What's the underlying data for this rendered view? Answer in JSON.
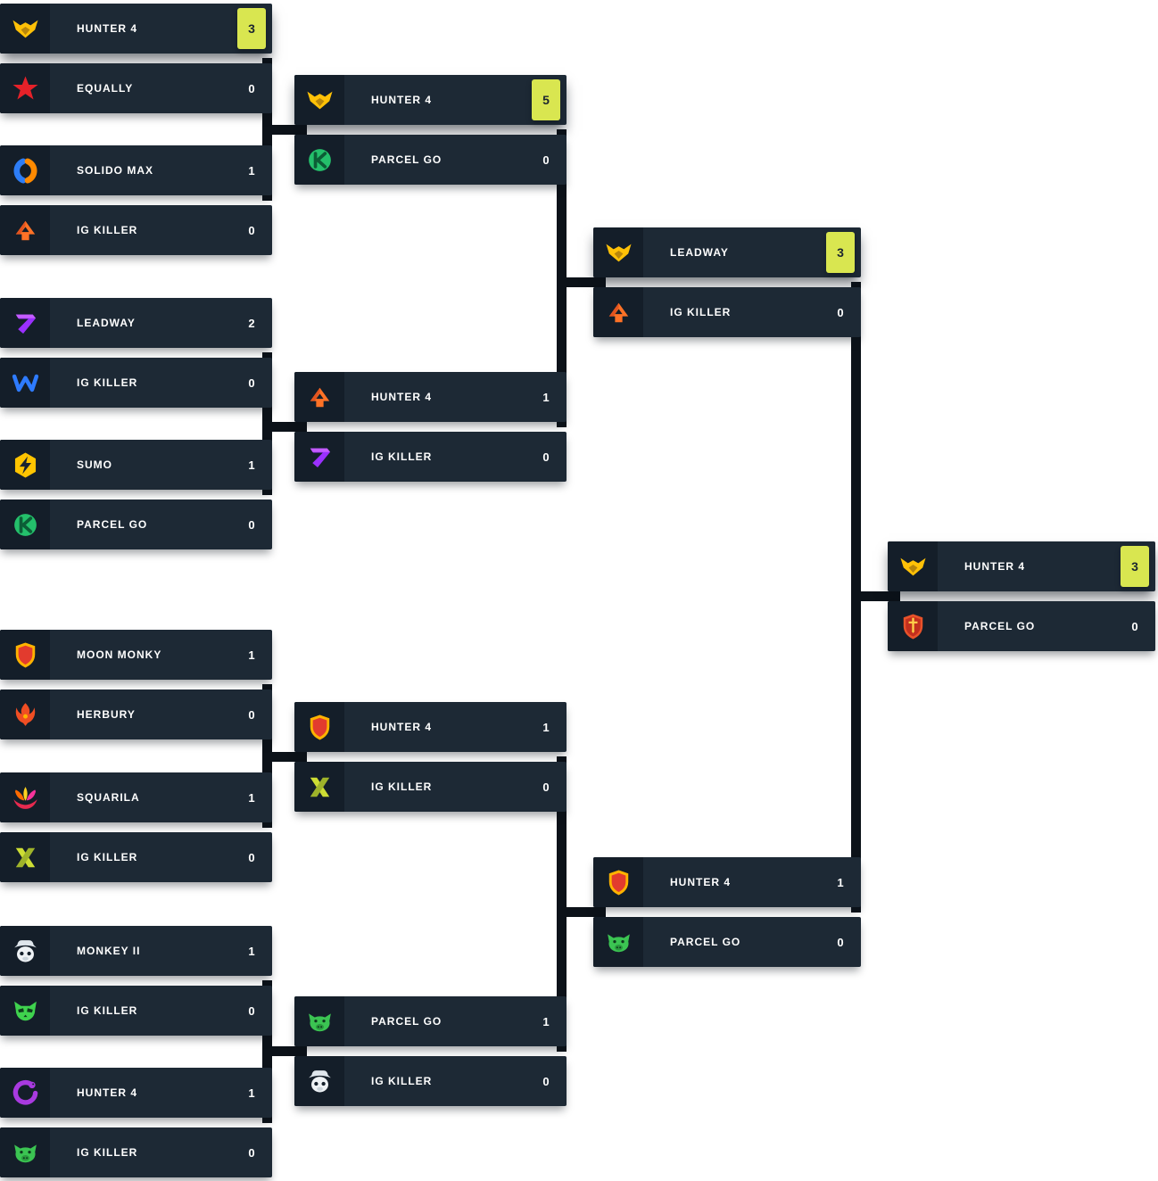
{
  "colors": {
    "background": "#ffffff",
    "card": "#1d2935",
    "logo_cell": "#141e29",
    "connector": "#0c1219",
    "accent_win": "#d9e650",
    "text": "#ffffff"
  },
  "rounds": [
    {
      "name": "round-of-16",
      "matches": [
        {
          "teams": [
            {
              "name": "HUNTER 4",
              "logo": "fox-yellow",
              "score": "3",
              "winner": true,
              "highlight": true
            },
            {
              "name": "EQUALLY",
              "logo": "star-red",
              "score": "0",
              "winner": false,
              "highlight": false
            }
          ]
        },
        {
          "teams": [
            {
              "name": "SOLIDO MAX",
              "logo": "circle-duo",
              "score": "1",
              "winner": true,
              "highlight": false
            },
            {
              "name": "IG KILLER",
              "logo": "arrow-orange",
              "score": "0",
              "winner": false,
              "highlight": false
            }
          ]
        },
        {
          "teams": [
            {
              "name": "LEADWAY",
              "logo": "seven-purple",
              "score": "2",
              "winner": true,
              "highlight": false
            },
            {
              "name": "IG KILLER",
              "logo": "w-blue",
              "score": "0",
              "winner": false,
              "highlight": false
            }
          ]
        },
        {
          "teams": [
            {
              "name": "SUMO",
              "logo": "bolt-yellow",
              "score": "1",
              "winner": true,
              "highlight": false
            },
            {
              "name": "PARCEL GO",
              "logo": "k-green",
              "score": "0",
              "winner": false,
              "highlight": false
            }
          ]
        },
        {
          "teams": [
            {
              "name": "MOON MONKY",
              "logo": "shield-red",
              "score": "1",
              "winner": true,
              "highlight": false
            },
            {
              "name": "HERBURY",
              "logo": "phoenix-red",
              "score": "0",
              "winner": false,
              "highlight": false
            }
          ]
        },
        {
          "teams": [
            {
              "name": "SQUARILA",
              "logo": "lotus-multi",
              "score": "1",
              "winner": true,
              "highlight": false
            },
            {
              "name": "IG KILLER",
              "logo": "x-lime",
              "score": "0",
              "winner": false,
              "highlight": false
            }
          ]
        },
        {
          "teams": [
            {
              "name": "MONKEY II",
              "logo": "monkey-cowboy",
              "score": "1",
              "winner": true,
              "highlight": false
            },
            {
              "name": "IG KILLER",
              "logo": "raccoon-green",
              "score": "0",
              "winner": false,
              "highlight": false
            }
          ]
        },
        {
          "teams": [
            {
              "name": "HUNTER 4",
              "logo": "snake-purple",
              "score": "1",
              "winner": true,
              "highlight": false
            },
            {
              "name": "IG KILLER",
              "logo": "boar-green",
              "score": "0",
              "winner": false,
              "highlight": false
            }
          ]
        }
      ]
    },
    {
      "name": "quarterfinals",
      "matches": [
        {
          "teams": [
            {
              "name": "HUNTER 4",
              "logo": "fox-yellow",
              "score": "5",
              "winner": true,
              "highlight": true
            },
            {
              "name": "PARCEL GO",
              "logo": "k-green",
              "score": "0",
              "winner": false,
              "highlight": false
            }
          ]
        },
        {
          "teams": [
            {
              "name": "HUNTER 4",
              "logo": "arrow-orange",
              "score": "1",
              "winner": true,
              "highlight": false
            },
            {
              "name": "IG KILLER",
              "logo": "seven-purple",
              "score": "0",
              "winner": false,
              "highlight": false
            }
          ]
        },
        {
          "teams": [
            {
              "name": "HUNTER 4",
              "logo": "shield-red",
              "score": "1",
              "winner": true,
              "highlight": false
            },
            {
              "name": "IG KILLER",
              "logo": "x-lime",
              "score": "0",
              "winner": false,
              "highlight": false
            }
          ]
        },
        {
          "teams": [
            {
              "name": "PARCEL GO",
              "logo": "boar-green",
              "score": "1",
              "winner": true,
              "highlight": false
            },
            {
              "name": "IG KILLER",
              "logo": "monkey-cowboy",
              "score": "0",
              "winner": false,
              "highlight": false
            }
          ]
        }
      ]
    },
    {
      "name": "semifinals",
      "matches": [
        {
          "teams": [
            {
              "name": "LEADWAY",
              "logo": "fox-yellow",
              "score": "3",
              "winner": true,
              "highlight": true
            },
            {
              "name": "IG KILLER",
              "logo": "arrow-orange",
              "score": "0",
              "winner": false,
              "highlight": false
            }
          ]
        },
        {
          "teams": [
            {
              "name": "HUNTER 4",
              "logo": "shield-red",
              "score": "1",
              "winner": true,
              "highlight": false
            },
            {
              "name": "PARCEL GO",
              "logo": "boar-green",
              "score": "0",
              "winner": false,
              "highlight": false
            }
          ]
        }
      ]
    },
    {
      "name": "final",
      "matches": [
        {
          "teams": [
            {
              "name": "HUNTER 4",
              "logo": "fox-yellow",
              "score": "3",
              "winner": true,
              "highlight": true
            },
            {
              "name": "PARCEL GO",
              "logo": "shield-sword",
              "score": "0",
              "winner": false,
              "highlight": false
            }
          ]
        }
      ]
    }
  ]
}
